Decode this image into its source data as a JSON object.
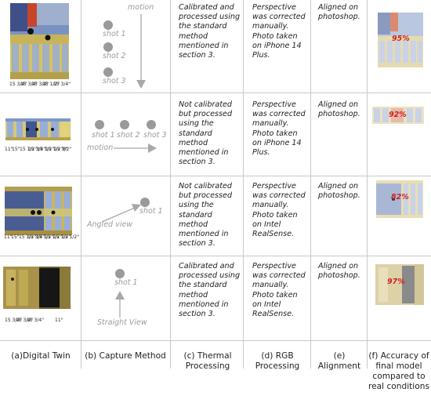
{
  "colors": {
    "accent": "#cc2222",
    "dot": "#9a9a9a",
    "arrow": "#a8a8a8",
    "label": "#9b9b9b",
    "divider": "#c9c9c9"
  },
  "headers": [
    {
      "text": "(a)Digital Twin"
    },
    {
      "text": "(b) Capture Method"
    },
    {
      "text": "(c) Thermal Processing"
    },
    {
      "text": "(d) RGB Processing"
    },
    {
      "text": "(e) Alignment"
    },
    {
      "text": "(f) Accuracy of final model compared to real conditions"
    }
  ],
  "rows": [
    {
      "measurements": [
        "15 3/4\"",
        "15 3/4\"",
        "15 3/4\"",
        "15 1/2\"",
        "15 3/4\""
      ],
      "capture": {
        "shots": [
          "shot 1",
          "shot 2",
          "shot 3"
        ],
        "direction": "motion"
      },
      "thermal": "Calibrated and processed using the standard method mentioned in section 3.",
      "rgb": "Perspective was corrected manually. Photo taken on iPhone 14 Plus.",
      "alignment": "Aligned on photoshop.",
      "accuracy": "95%"
    },
    {
      "measurements": [
        "11\"",
        "15\"",
        "15 1/2\"",
        "15 3/4\"",
        "15 1/2\"",
        "15 1/2\"",
        "15 1/2\"",
        "8\""
      ],
      "capture": {
        "shots": [
          "shot 1",
          "shot 2",
          "shot 3"
        ],
        "direction": "motion"
      },
      "thermal": "Not calibrated but processed using the standard method mentioned in section 3.",
      "rgb": "Perspective was corrected manually. Photo taken on iPhone 14 Plus.",
      "alignment": "Aligned on photoshop.",
      "accuracy": "92%"
    },
    {
      "measurements": [
        "11\"",
        "15\"",
        "15 1/2\"",
        "15 3/4\"",
        "15 1/2\"",
        "15 1/2\"",
        "15 1/2\"",
        "15 1/2\""
      ],
      "capture": {
        "shots": [
          "shot 1"
        ],
        "direction": "Angled view"
      },
      "thermal": "Not calibrated but processed using the standard method mentioned in section 3.",
      "rgb": "Perspective was corrected manually. Photo taken on Intel RealSense.",
      "alignment": "Aligned on photoshop.",
      "accuracy": "82%"
    },
    {
      "measurements": [
        "15 3/4\"",
        "15 3/4\"",
        "15 3/4\"",
        "11\""
      ],
      "capture": {
        "shots": [
          "shot 1"
        ],
        "direction": "Straight View"
      },
      "thermal": "Calibrated and processed using the standard method mentioned in section 3.",
      "rgb": "Perspective was corrected manually. Photo taken on Intel RealSense.",
      "alignment": "Aligned on photoshop.",
      "accuracy": "97%"
    }
  ]
}
